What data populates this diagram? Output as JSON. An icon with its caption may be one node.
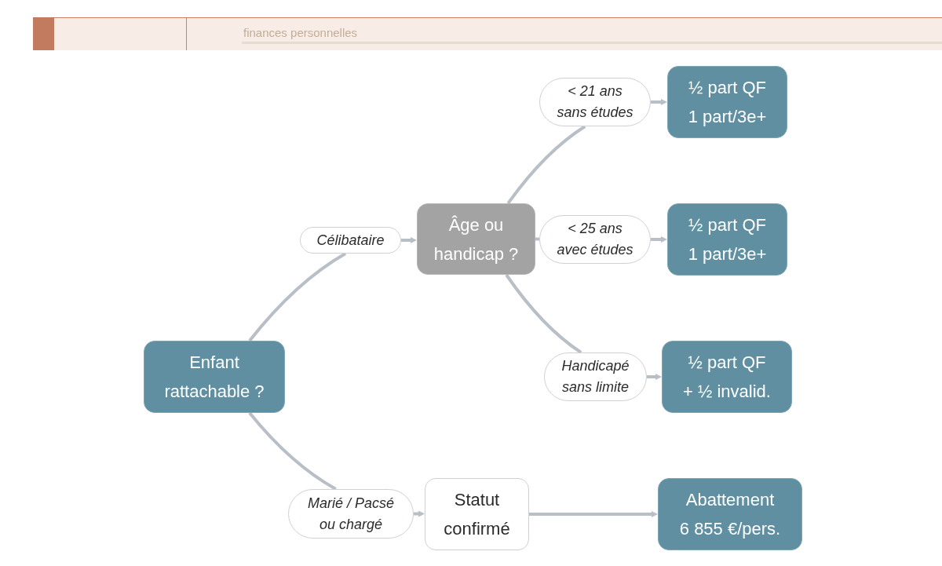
{
  "diagram": {
    "nodes": [
      {
        "text": [
          "Enfant rattachable ?"
        ]
      },
      {
        "text": [
          "Célibataire"
        ]
      },
      {
        "text": [
          "Âge ou handicap ?"
        ]
      },
      {
        "text": [
          "< 21 ans sans études"
        ]
      },
      {
        "text": [
          "½ part QF",
          "1 part/3e+"
        ]
      },
      {
        "text": [
          "< 25 ans avec études"
        ]
      },
      {
        "text": [
          "½ part QF",
          "1 part/3e+"
        ]
      },
      {
        "text": [
          "Handicapé sans limite"
        ]
      },
      {
        "text": [
          "½ part QF",
          "+ ½ invalid."
        ]
      },
      {
        "text": [
          "Marié / Pacsé ou chargé"
        ]
      },
      {
        "text": [
          "Statut confirmé"
        ]
      },
      {
        "text": [
          "Abattement",
          "6 855 €/pers."
        ]
      }
    ],
    "edges": [
      {
        "from": 0,
        "to": 1,
        "arrow": "none"
      },
      {
        "from": 1,
        "to": 2,
        "arrow": "to"
      },
      {
        "from": 2,
        "to": 3,
        "arrow": "none"
      },
      {
        "from": 3,
        "to": 4,
        "arrow": "to"
      },
      {
        "from": 2,
        "to": 5,
        "arrow": "none"
      },
      {
        "from": 5,
        "to": 6,
        "arrow": "to"
      },
      {
        "from": 2,
        "to": 7,
        "arrow": "none"
      },
      {
        "from": 7,
        "to": 8,
        "arrow": "to"
      },
      {
        "from": 0,
        "to": 9,
        "arrow": "none"
      },
      {
        "from": 9,
        "to": 10,
        "arrow": "to"
      },
      {
        "from": 10,
        "to": 11,
        "arrow": "to"
      }
    ],
    "labels": [
      "finances personnelles"
    ]
  }
}
